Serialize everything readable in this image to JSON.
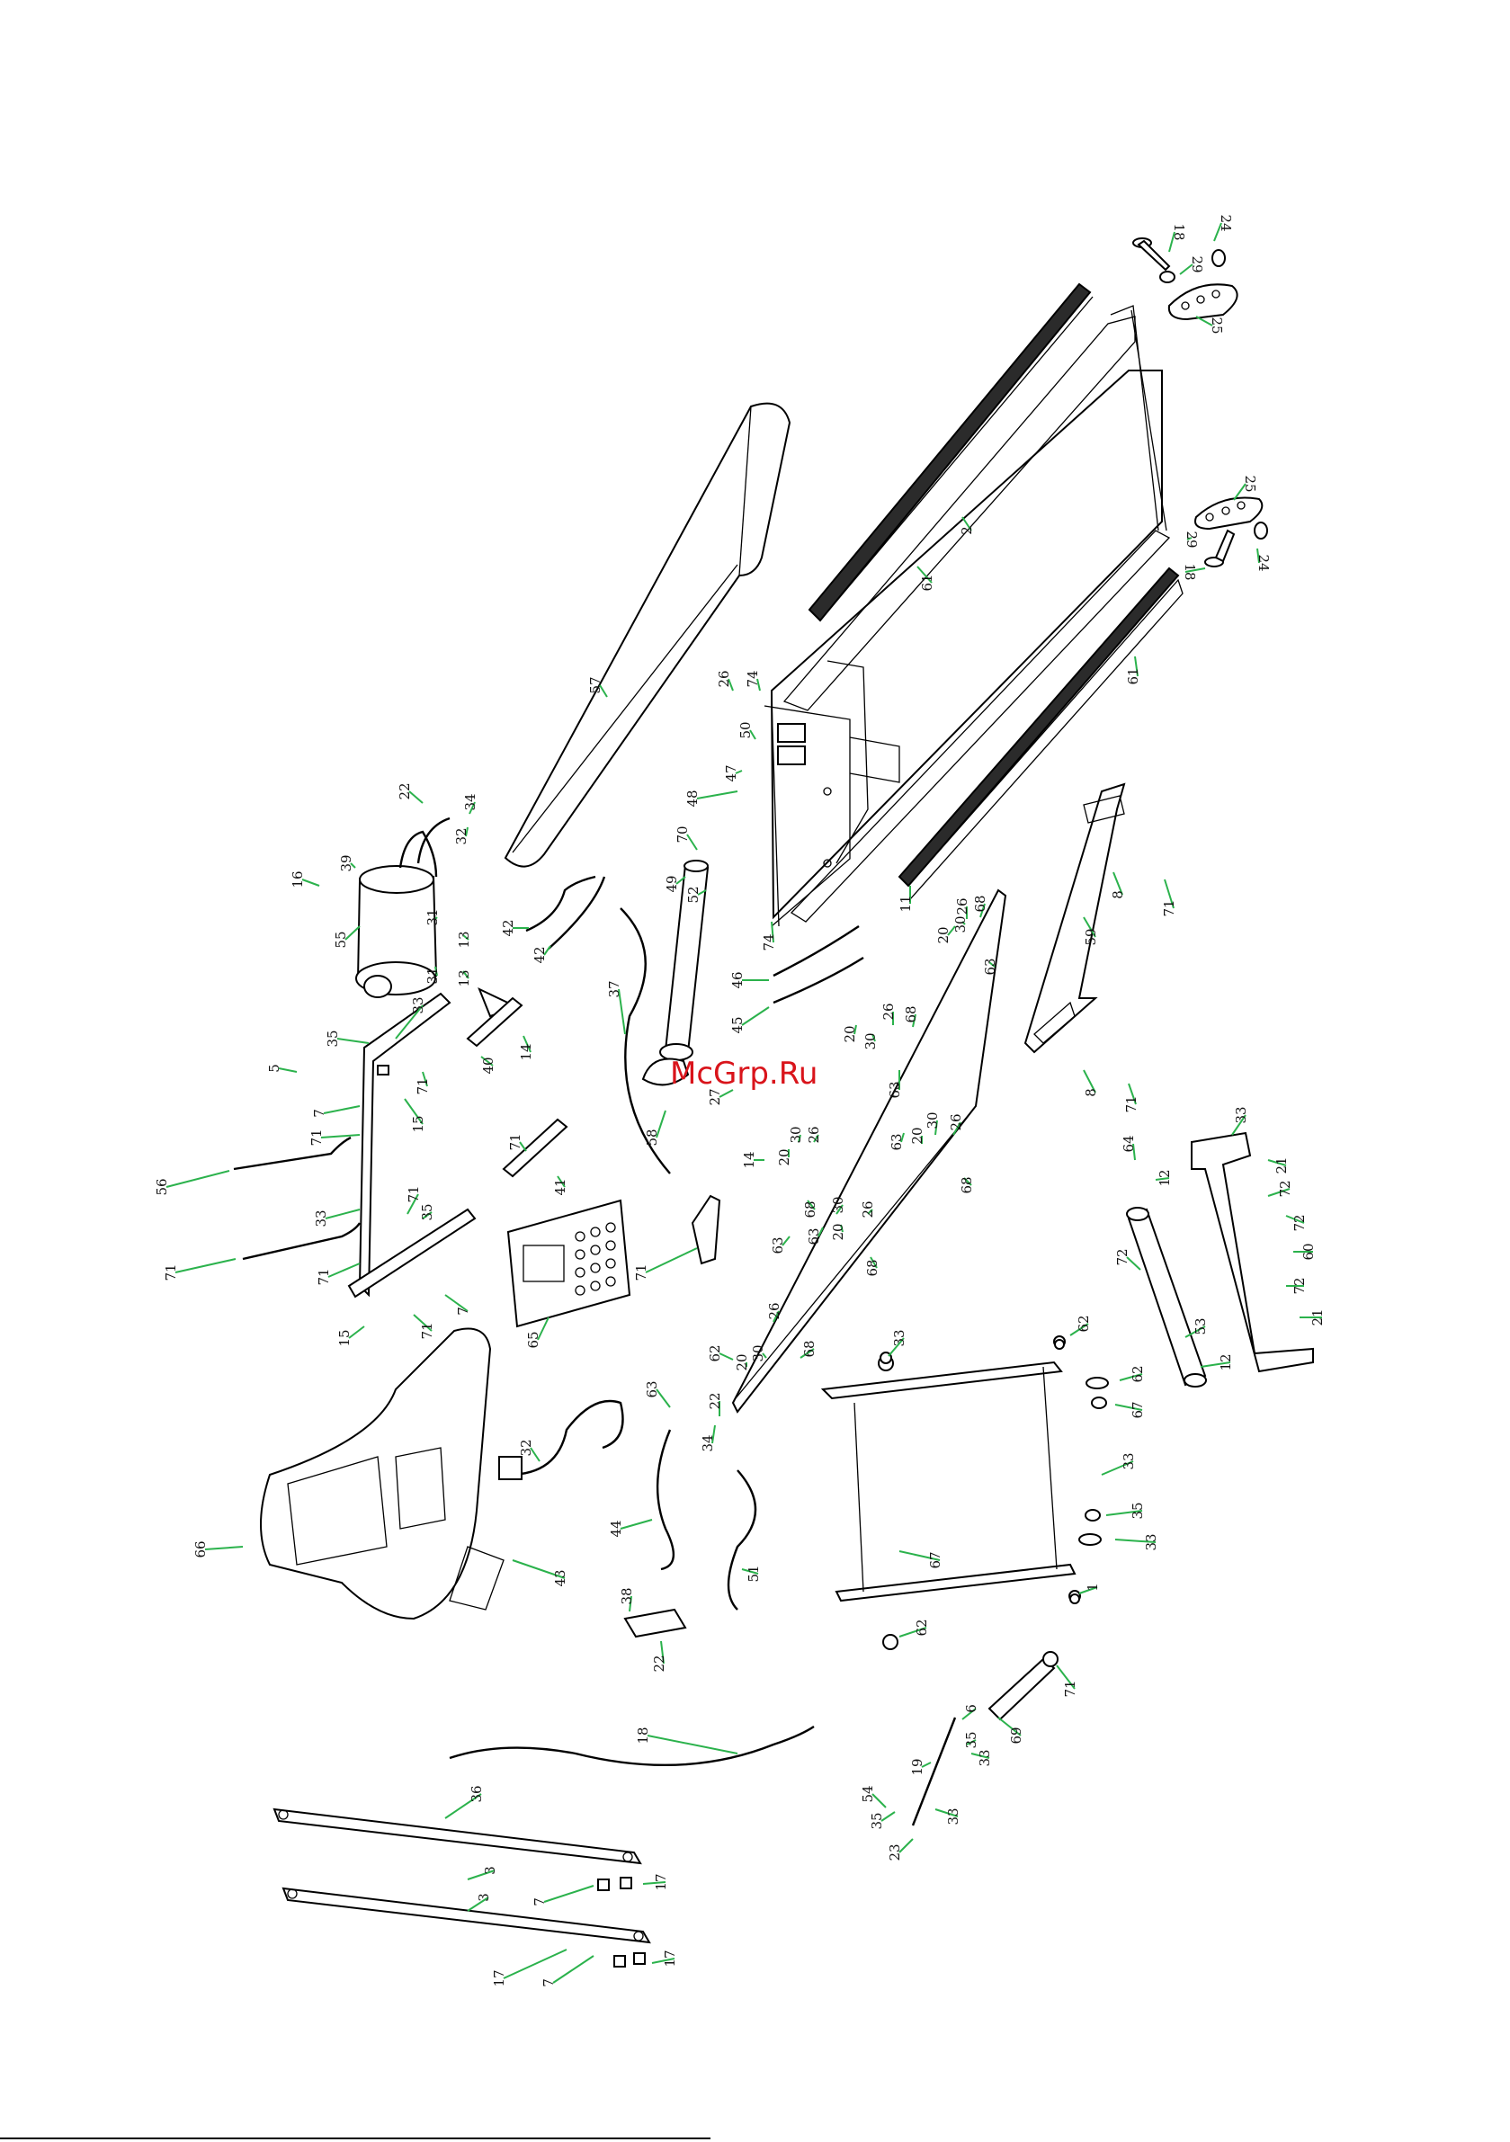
{
  "watermark": "McGrp.Ru",
  "labels": [
    {
      "t": "18"
    },
    {
      "t": "24"
    },
    {
      "t": "29"
    },
    {
      "t": "25"
    },
    {
      "t": "25"
    },
    {
      "t": "29"
    },
    {
      "t": "18"
    },
    {
      "t": "24"
    },
    {
      "t": "2"
    },
    {
      "t": "61"
    },
    {
      "t": "61"
    },
    {
      "t": "57"
    },
    {
      "t": "26"
    },
    {
      "t": "74"
    },
    {
      "t": "50"
    },
    {
      "t": "47"
    },
    {
      "t": "48"
    },
    {
      "t": "70"
    },
    {
      "t": "49"
    },
    {
      "t": "52"
    },
    {
      "t": "74"
    },
    {
      "t": "11"
    },
    {
      "t": "8"
    },
    {
      "t": "71"
    },
    {
      "t": "59"
    },
    {
      "t": "8"
    },
    {
      "t": "71"
    },
    {
      "t": "22"
    },
    {
      "t": "34"
    },
    {
      "t": "32"
    },
    {
      "t": "39"
    },
    {
      "t": "16"
    },
    {
      "t": "55"
    },
    {
      "t": "31"
    },
    {
      "t": "13"
    },
    {
      "t": "31"
    },
    {
      "t": "13"
    },
    {
      "t": "42"
    },
    {
      "t": "42"
    },
    {
      "t": "37"
    },
    {
      "t": "20"
    },
    {
      "t": "26"
    },
    {
      "t": "30"
    },
    {
      "t": "68"
    },
    {
      "t": "63"
    },
    {
      "t": "46"
    },
    {
      "t": "45"
    },
    {
      "t": "20"
    },
    {
      "t": "30"
    },
    {
      "t": "26"
    },
    {
      "t": "68"
    },
    {
      "t": "63"
    },
    {
      "t": "27"
    },
    {
      "t": "58"
    },
    {
      "t": "35"
    },
    {
      "t": "33"
    },
    {
      "t": "5"
    },
    {
      "t": "40"
    },
    {
      "t": "14"
    },
    {
      "t": "71"
    },
    {
      "t": "15"
    },
    {
      "t": "7"
    },
    {
      "t": "71"
    },
    {
      "t": "71"
    },
    {
      "t": "41"
    },
    {
      "t": "14"
    },
    {
      "t": "20"
    },
    {
      "t": "30"
    },
    {
      "t": "26"
    },
    {
      "t": "68"
    },
    {
      "t": "63"
    },
    {
      "t": "20"
    },
    {
      "t": "30"
    },
    {
      "t": "26"
    },
    {
      "t": "68"
    },
    {
      "t": "63"
    },
    {
      "t": "20"
    },
    {
      "t": "30"
    },
    {
      "t": "26"
    },
    {
      "t": "68"
    },
    {
      "t": "63"
    },
    {
      "t": "56"
    },
    {
      "t": "71"
    },
    {
      "t": "71"
    },
    {
      "t": "35"
    },
    {
      "t": "33"
    },
    {
      "t": "71"
    },
    {
      "t": "71"
    },
    {
      "t": "15"
    },
    {
      "t": "7"
    },
    {
      "t": "71"
    },
    {
      "t": "65"
    },
    {
      "t": "64"
    },
    {
      "t": "12"
    },
    {
      "t": "33"
    },
    {
      "t": "21"
    },
    {
      "t": "72"
    },
    {
      "t": "72"
    },
    {
      "t": "60"
    },
    {
      "t": "72"
    },
    {
      "t": "21"
    },
    {
      "t": "72"
    },
    {
      "t": "53"
    },
    {
      "t": "12"
    },
    {
      "t": "33"
    },
    {
      "t": "62"
    },
    {
      "t": "62"
    },
    {
      "t": "67"
    },
    {
      "t": "33"
    },
    {
      "t": "35"
    },
    {
      "t": "33"
    },
    {
      "t": "67"
    },
    {
      "t": "1"
    },
    {
      "t": "62"
    },
    {
      "t": "62"
    },
    {
      "t": "20"
    },
    {
      "t": "30"
    },
    {
      "t": "26"
    },
    {
      "t": "68"
    },
    {
      "t": "63"
    },
    {
      "t": "22"
    },
    {
      "t": "34"
    },
    {
      "t": "32"
    },
    {
      "t": "44"
    },
    {
      "t": "51"
    },
    {
      "t": "38"
    },
    {
      "t": "22"
    },
    {
      "t": "43"
    },
    {
      "t": "66"
    },
    {
      "t": "71"
    },
    {
      "t": "69"
    },
    {
      "t": "6"
    },
    {
      "t": "35"
    },
    {
      "t": "33"
    },
    {
      "t": "19"
    },
    {
      "t": "54"
    },
    {
      "t": "35"
    },
    {
      "t": "33"
    },
    {
      "t": "23"
    },
    {
      "t": "18"
    },
    {
      "t": "36"
    },
    {
      "t": "3"
    },
    {
      "t": "3"
    },
    {
      "t": "7"
    },
    {
      "t": "17"
    },
    {
      "t": "17"
    },
    {
      "t": "7"
    },
    {
      "t": "17"
    },
    {
      "t": "17"
    }
  ]
}
